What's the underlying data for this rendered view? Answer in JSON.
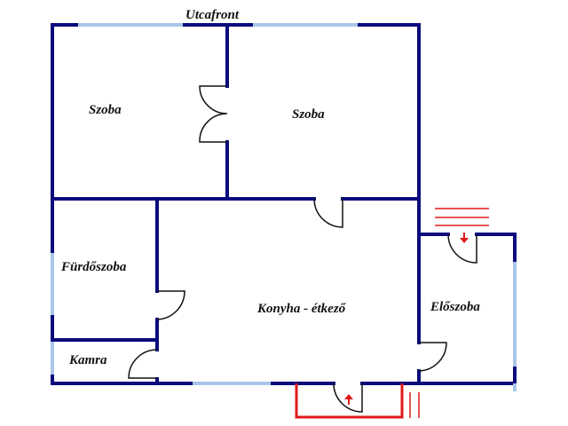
{
  "plan": {
    "street_label": "Utcafront",
    "rooms": {
      "room1": "Szoba",
      "room2": "Szoba",
      "bathroom": "Fürdőszoba",
      "kitchen": "Konyha - étkező",
      "pantry": "Kamra",
      "hall": "Előszoba"
    }
  },
  "colors": {
    "wall": "#0b0b7d",
    "window": "#a9c6ea",
    "stairs": "#e01818",
    "door": "#111111"
  }
}
